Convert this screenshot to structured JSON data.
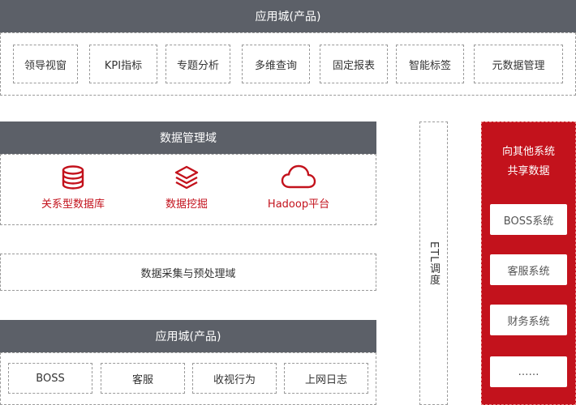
{
  "app_domain": {
    "title": "应用城(产品)",
    "items": [
      "领导视窗",
      "KPI指标",
      "专题分析",
      "多维查询",
      "固定报表",
      "智能标签",
      "元数据管理"
    ]
  },
  "data_mgmt": {
    "title": "数据管理域",
    "items": [
      {
        "label": "关系型数据库",
        "icon": "database-icon"
      },
      {
        "label": "数据挖掘",
        "icon": "layers-icon"
      },
      {
        "label": "Hadoop平台",
        "icon": "cloud-icon"
      }
    ]
  },
  "collection": {
    "title": "数据采集与预处理域"
  },
  "source_domain": {
    "title": "应用城(产品)",
    "items": [
      "BOSS",
      "客服",
      "收视行为",
      "上网日志"
    ]
  },
  "etl": {
    "label": "ETL调度"
  },
  "share": {
    "title_line1": "向其他系统",
    "title_line2": "共享数据",
    "systems": [
      "BOSS系统",
      "客服系统",
      "财务系统",
      "……"
    ]
  },
  "colors": {
    "band": "#5c6068",
    "accent_red": "#c3121c",
    "dashed_border": "#9a9a9a"
  }
}
